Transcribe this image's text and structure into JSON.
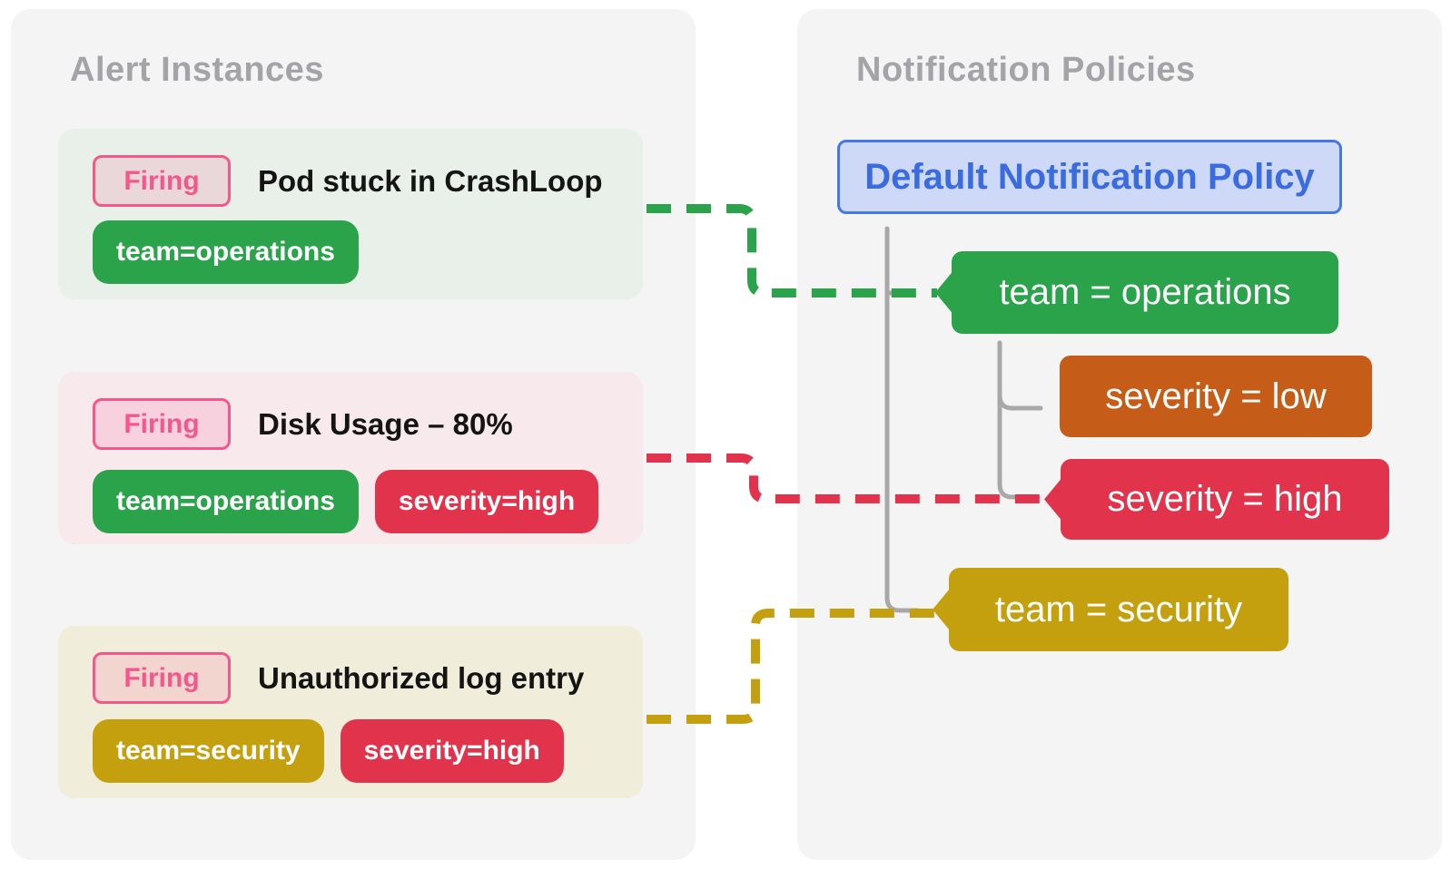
{
  "left_panel": {
    "title": "Alert Instances",
    "alerts": [
      {
        "badge": "Firing",
        "title": "Pod stuck in CrashLoop",
        "labels": [
          {
            "text": "team=operations",
            "color": "green"
          }
        ]
      },
      {
        "badge": "Firing",
        "title": "Disk Usage – 80%",
        "labels": [
          {
            "text": "team=operations",
            "color": "green"
          },
          {
            "text": "severity=high",
            "color": "red"
          }
        ]
      },
      {
        "badge": "Firing",
        "title": "Unauthorized log entry",
        "labels": [
          {
            "text": "team=security",
            "color": "gold"
          },
          {
            "text": "severity=high",
            "color": "red"
          }
        ]
      }
    ]
  },
  "right_panel": {
    "title": "Notification Policies",
    "root_policy": "Default Notification Policy",
    "matchers": [
      {
        "text": "team = operations",
        "color": "green"
      },
      {
        "text": "severity = low",
        "color": "orange"
      },
      {
        "text": "severity = high",
        "color": "red"
      },
      {
        "text": "team = security",
        "color": "gold"
      }
    ]
  },
  "colors": {
    "panel-bg": "#f4f4f5",
    "title-gray": "#a3a3a8",
    "green": "#2aa34a",
    "red": "#e1334b",
    "gold": "#c4a00f",
    "orange": "#c55c17",
    "blue-border": "#4678e2",
    "blue-text": "#3a6ce0",
    "blue-bg": "#cdd9f6",
    "pink": "#f4578c",
    "wire-gray": "#a8a8a8",
    "alert-green-bg": "#e8f0e9",
    "alert-red-bg": "#f8e9ec",
    "alert-gold-bg": "#f1eddb",
    "text-dark": "#141414"
  }
}
